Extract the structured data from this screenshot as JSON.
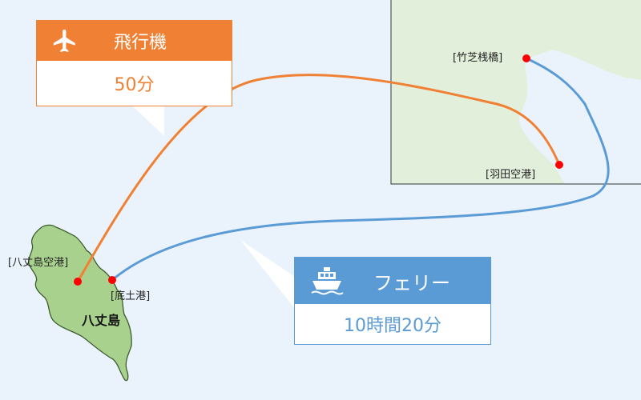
{
  "plane": {
    "title": "飛行機",
    "duration": "50分",
    "color": "#f08033",
    "icon": "airplane-icon"
  },
  "ferry": {
    "title": "フェリー",
    "duration": "10時間20分",
    "color": "#5b9bd5",
    "icon": "ship-icon"
  },
  "places": {
    "takeshiba": "[竹芝桟橋]",
    "haneda": "[羽田空港]",
    "hachijojima_airport": "[八丈島空港]",
    "sokodo_port": "[底土港]",
    "island": "八丈島"
  },
  "colors": {
    "sea": "#eaf3fb",
    "land": "#e2efdb",
    "island": "#a9d18e",
    "point": "#ff0000"
  }
}
